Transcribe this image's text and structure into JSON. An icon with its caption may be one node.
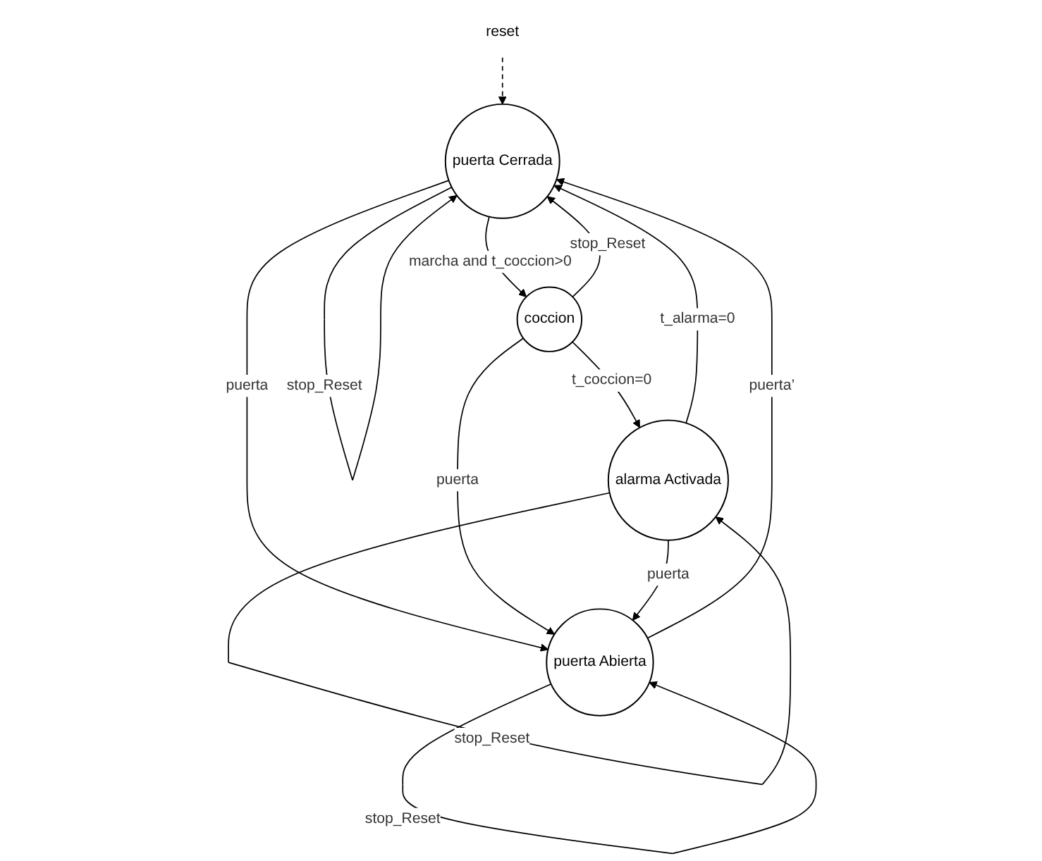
{
  "diagram": {
    "nodes": [
      {
        "text": [
          "reset"
        ]
      },
      {
        "text": [
          "puerta Cerrada"
        ]
      },
      {
        "text": [
          "puerta Abierta"
        ]
      },
      {
        "text": [
          "coccion"
        ]
      },
      {
        "text": [
          "alarma Activada"
        ]
      }
    ],
    "edges": [
      {
        "from": 0,
        "to": 1,
        "arrow": "to",
        "style": "dashed"
      },
      {
        "from": 1,
        "to": 1,
        "arrow": "to",
        "label": "stop_Reset"
      },
      {
        "from": 2,
        "to": 1,
        "arrow": "to",
        "label": "puerta’"
      },
      {
        "from": 1,
        "to": 2,
        "arrow": "to",
        "label": "puerta"
      },
      {
        "from": 1,
        "to": 3,
        "arrow": "to",
        "label": "marcha and t_coccion>0"
      },
      {
        "from": 3,
        "to": 1,
        "arrow": "to",
        "label": "stop_Reset"
      },
      {
        "from": 2,
        "to": 2,
        "arrow": "to",
        "label": "stop_Reset"
      },
      {
        "from": 3,
        "to": 2,
        "arrow": "to",
        "label": "puerta"
      },
      {
        "from": 3,
        "to": 4,
        "arrow": "to",
        "label": "t_coccion=0"
      },
      {
        "from": 4,
        "to": 2,
        "arrow": "to",
        "label": "puerta"
      },
      {
        "from": 4,
        "to": 4,
        "arrow": "to",
        "label": "stop_Reset"
      },
      {
        "from": 4,
        "to": 1,
        "arrow": "to",
        "label": "t_alarma=0"
      }
    ]
  }
}
